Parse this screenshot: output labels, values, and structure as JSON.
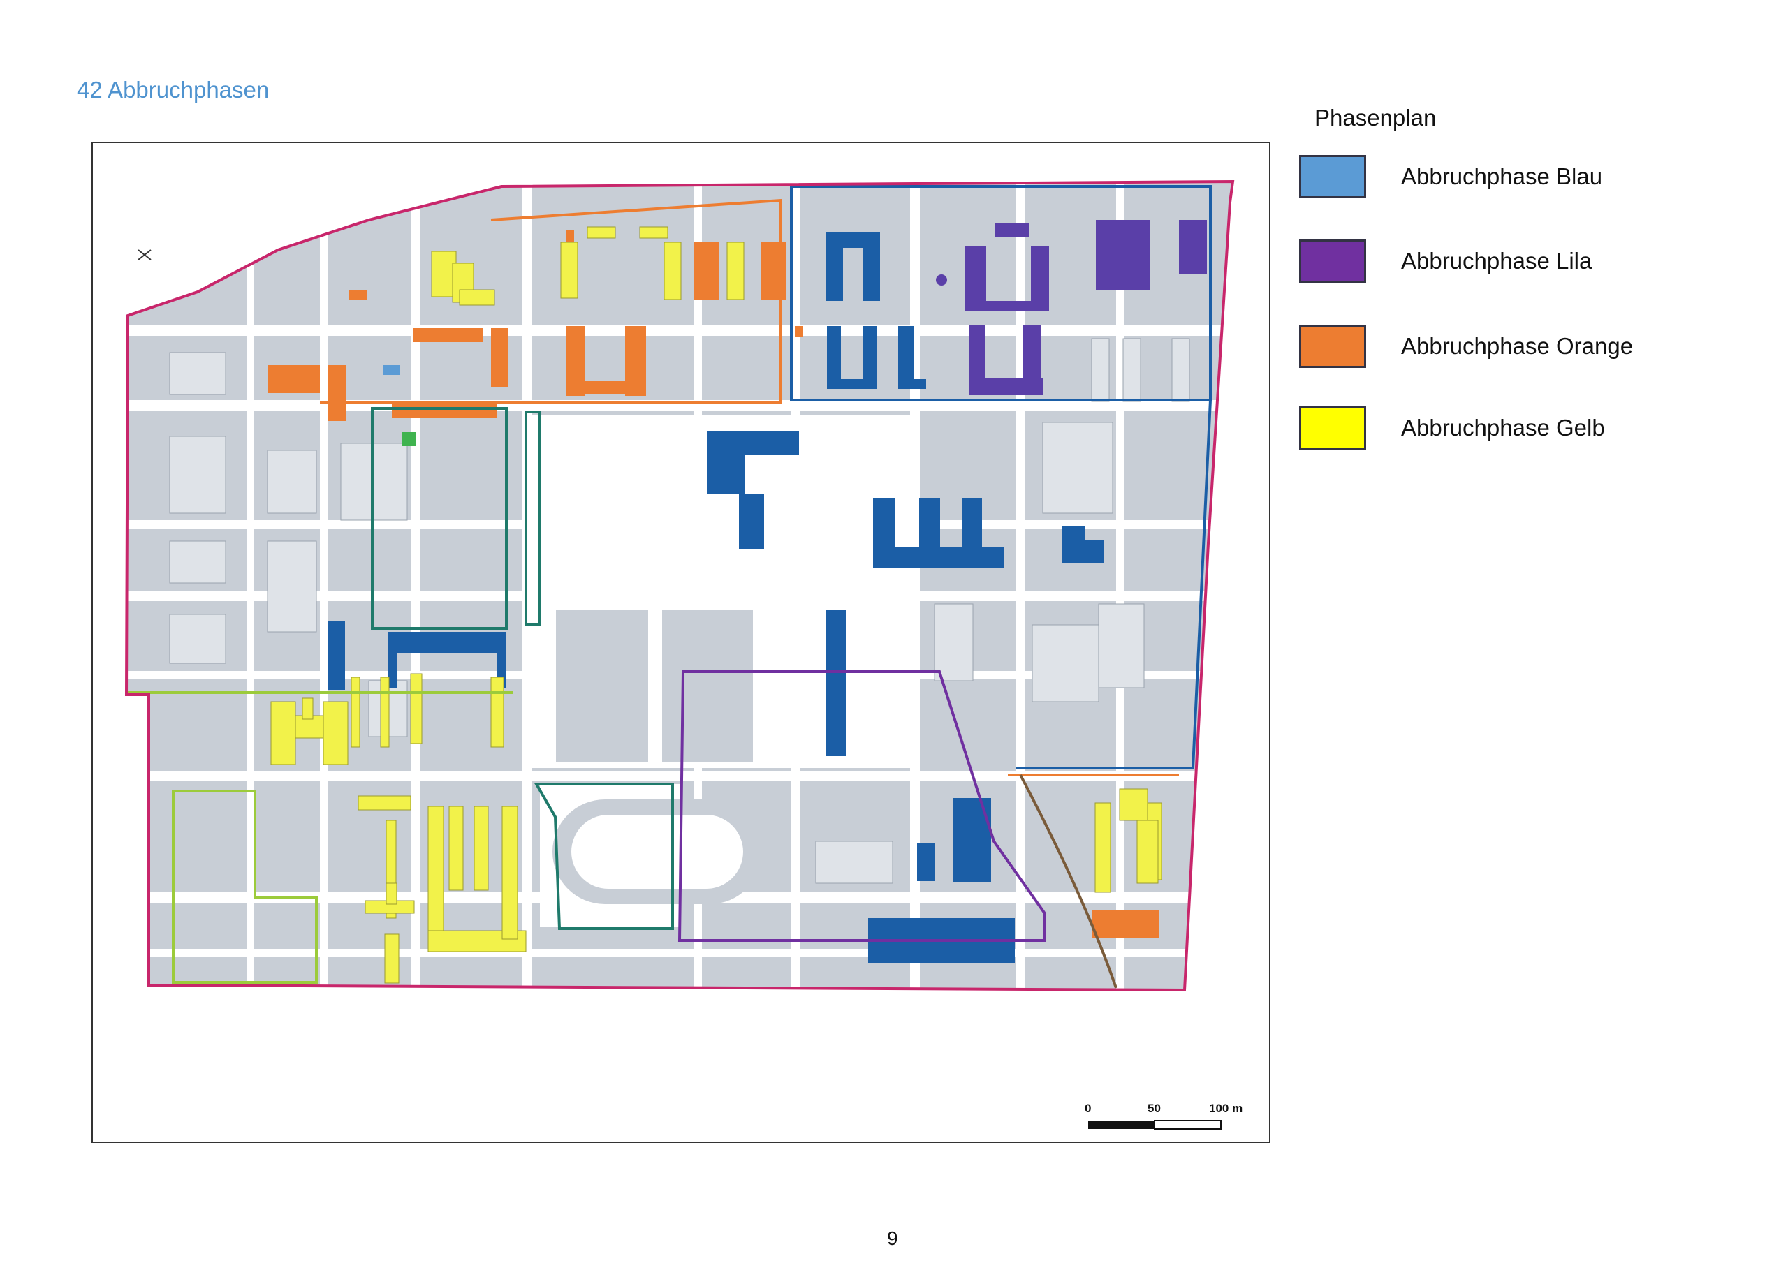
{
  "heading": "42 Abbruchphasen",
  "legend": {
    "title": "Phasenplan",
    "items": [
      {
        "label": "Abbruchphase Blau",
        "color": "#5b9bd5"
      },
      {
        "label": "Abbruchphase Lila",
        "color": "#7030a0"
      },
      {
        "label": "Abbruchphase Orange",
        "color": "#ed7d31"
      },
      {
        "label": "Abbruchphase Gelb",
        "color": "#ffff00"
      }
    ]
  },
  "map": {
    "scale_bar": {
      "ticks": [
        "0",
        "50",
        "100 m"
      ]
    },
    "colors": {
      "block": "#c8ced6",
      "road": "#ffffff",
      "boundary": "#c8266b",
      "blue_fill": "#1b5ea6",
      "purple_fill": "#5a3fa8",
      "orange_fill": "#ed7d31",
      "yellow_fill": "#f2f24a",
      "green_fill": "#3fb34f",
      "light_blue_fill": "#5b9bd5"
    }
  },
  "page_number": "9"
}
